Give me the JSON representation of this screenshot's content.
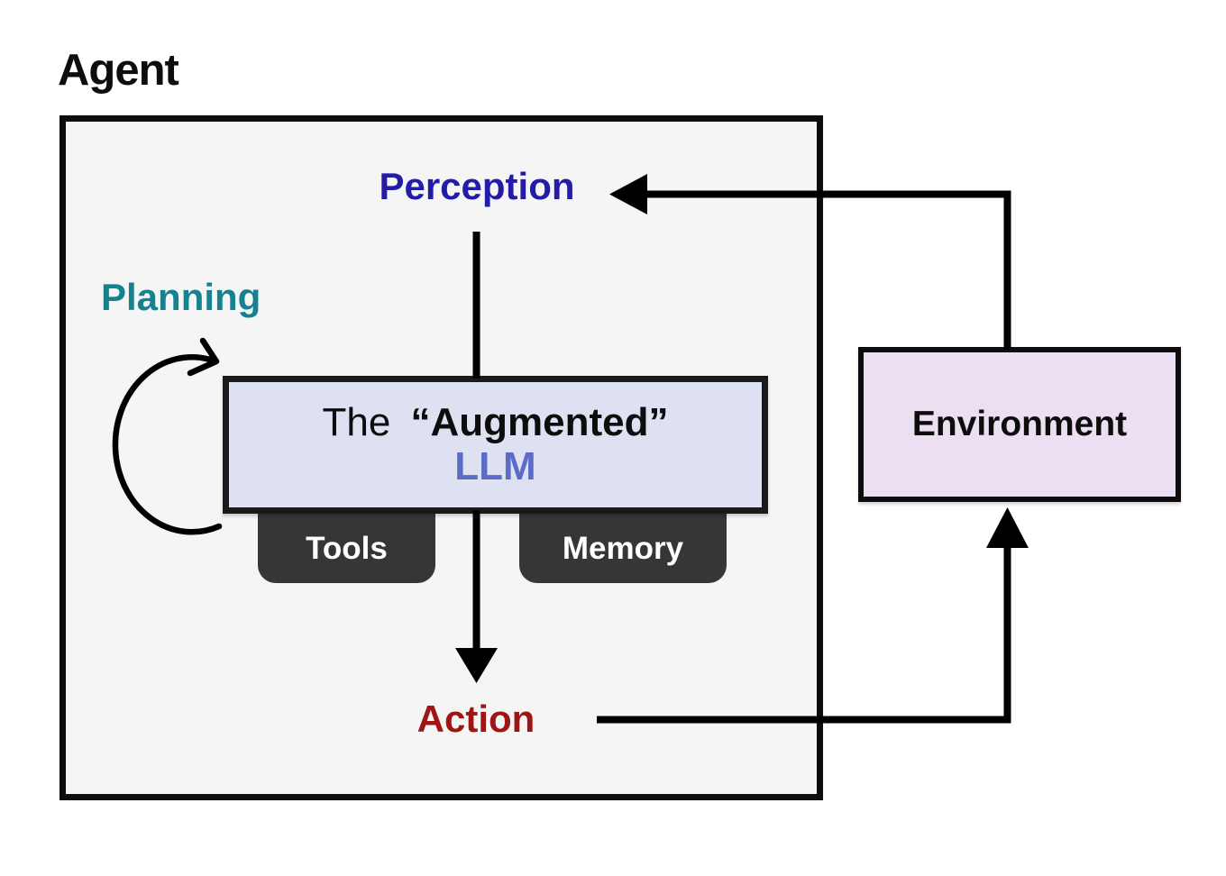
{
  "diagram": {
    "title": "Agent",
    "nodes": {
      "perception": {
        "label": "Perception",
        "color": "#221ca6"
      },
      "planning": {
        "label": "Planning",
        "color": "#16828f"
      },
      "llm": {
        "line1_regular": "The",
        "line1_bold": "“Augmented”",
        "line2": "LLM",
        "line2_color": "#5a6bc8",
        "box_bg": "#dee1f1"
      },
      "tools": {
        "label": "Tools",
        "bg": "#363636"
      },
      "memory": {
        "label": "Memory",
        "bg": "#363636"
      },
      "action": {
        "label": "Action",
        "color": "#9e1513"
      },
      "environment": {
        "label": "Environment",
        "bg": "#ecdff1"
      }
    },
    "edges": [
      {
        "from": "Perception",
        "to": "The Augmented LLM"
      },
      {
        "from": "The Augmented LLM",
        "to": "Action"
      },
      {
        "from": "Action",
        "to": "Environment"
      },
      {
        "from": "Environment",
        "to": "Perception"
      },
      {
        "from": "Planning",
        "to": "Planning",
        "type": "self-loop"
      }
    ],
    "colors": {
      "agent_box_bg": "#f5f5f5",
      "border": "#0d0d0d",
      "arrow": "#000000",
      "page_bg": "#ffffff"
    }
  }
}
